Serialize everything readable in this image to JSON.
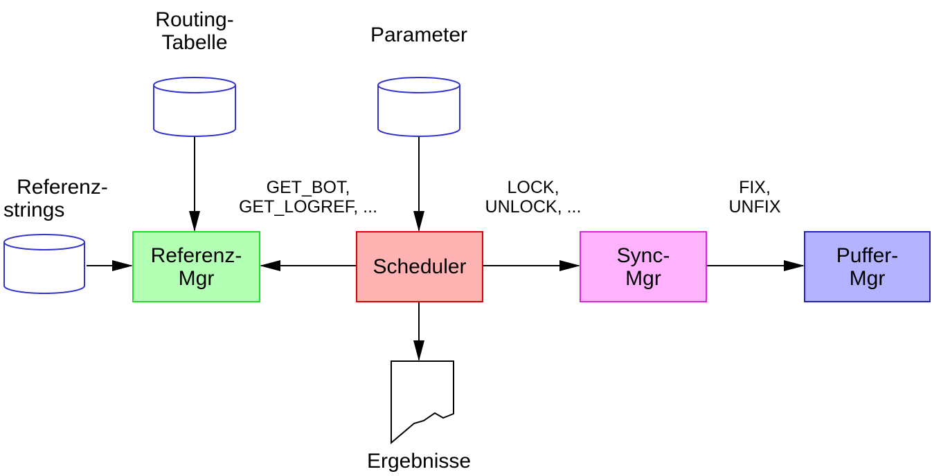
{
  "databases": {
    "routing": {
      "label_line1": "Routing-",
      "label_line2": "Tabelle"
    },
    "parameter": {
      "label": "Parameter"
    },
    "referenzstrings": {
      "label_line1": "Referenz-",
      "label_line2": "strings"
    }
  },
  "boxes": {
    "referenz_mgr": {
      "line1": "Referenz-",
      "line2": "Mgr",
      "fill": "#b3ffb3",
      "stroke": "#22dd22"
    },
    "scheduler": {
      "label": "Scheduler",
      "fill": "#ffb3b3",
      "stroke": "#dd0000"
    },
    "sync_mgr": {
      "line1": "Sync-",
      "line2": "Mgr",
      "fill": "#ffb3ff",
      "stroke": "#dd22dd"
    },
    "puffer_mgr": {
      "line1": "Puffer-",
      "line2": "Mgr",
      "fill": "#b3b3ff",
      "stroke": "#2222bb"
    }
  },
  "edge_labels": {
    "scheduler_to_referenz": {
      "line1": "GET_BOT,",
      "line2": "GET_LOGREF, ..."
    },
    "scheduler_to_sync": {
      "line1": "LOCK,",
      "line2": "UNLOCK, ..."
    },
    "sync_to_puffer": {
      "line1": "FIX,",
      "line2": "UNFIX"
    }
  },
  "output": {
    "label": "Ergebnisse"
  },
  "colors": {
    "db_stroke": "#3333cc",
    "line": "#000000"
  }
}
